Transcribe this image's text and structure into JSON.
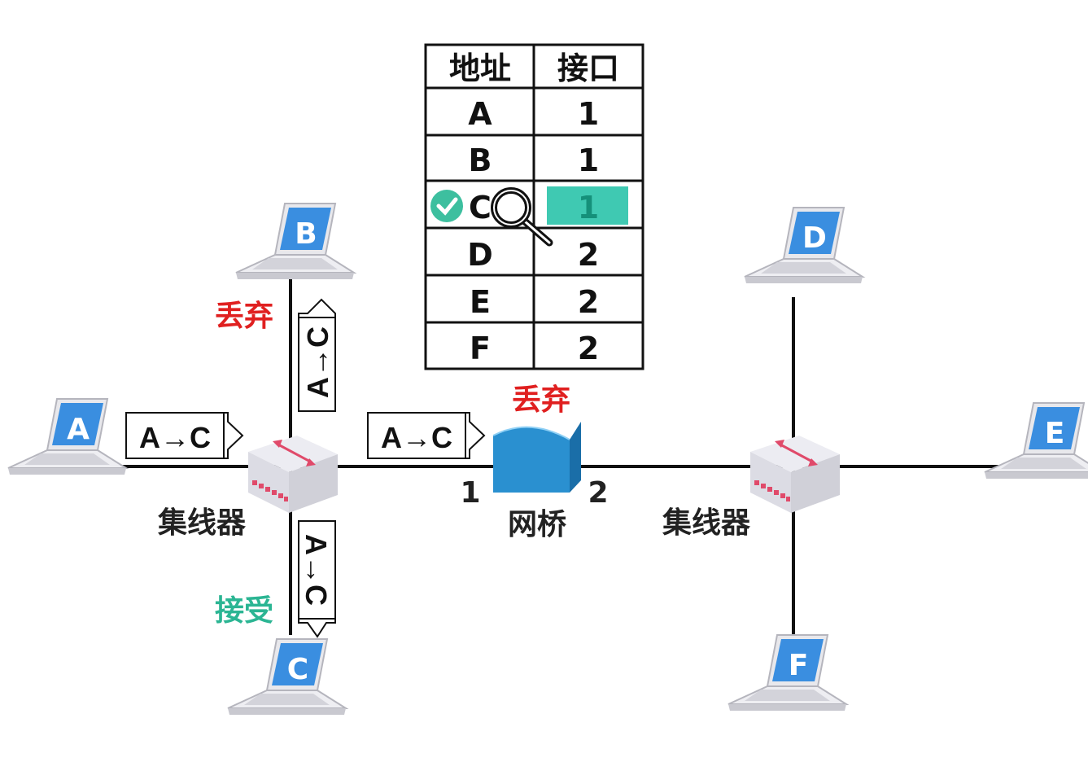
{
  "table": {
    "headers": [
      "地址",
      "接口"
    ],
    "rows": [
      {
        "address": "A",
        "port": "1"
      },
      {
        "address": "B",
        "port": "1"
      },
      {
        "address": "C",
        "port": "1",
        "matched": true
      },
      {
        "address": "D",
        "port": "2"
      },
      {
        "address": "E",
        "port": "2"
      },
      {
        "address": "F",
        "port": "2"
      }
    ]
  },
  "hosts": [
    "A",
    "B",
    "C",
    "D",
    "E",
    "F"
  ],
  "packet_label": "A→C",
  "labels": {
    "hub_left": "集线器",
    "hub_right": "集线器",
    "bridge": "网桥",
    "bridge_port_1": "1",
    "bridge_port_2": "2",
    "discard_b": "丢弃",
    "discard_bridge": "丢弃",
    "accept_c": "接受"
  },
  "colors": {
    "discard": "#e02020",
    "accept": "#2bb593",
    "highlight": "#3fc9b2",
    "bridge": "#2a90d0",
    "screen": "#3a8ee0"
  },
  "icons": [
    "check-circle-icon",
    "magnifier-icon",
    "hub-icon",
    "bridge-icon",
    "laptop-icon"
  ]
}
